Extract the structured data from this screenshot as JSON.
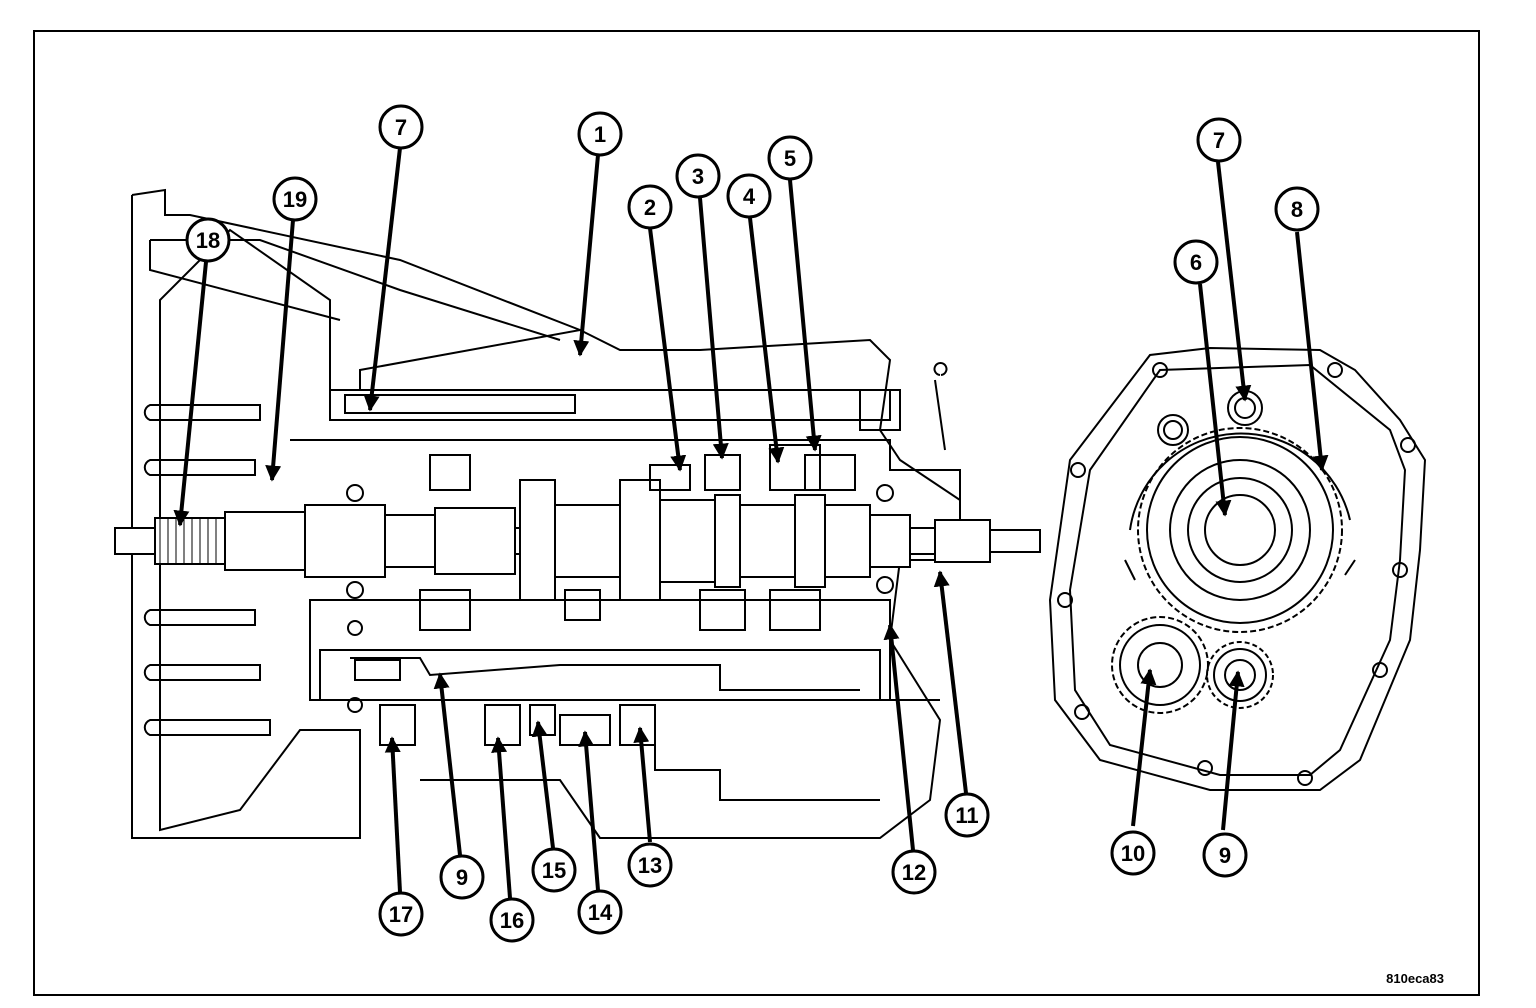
{
  "figure_code": "810eca83",
  "callouts": {
    "c7a": "7",
    "c1": "1",
    "c19": "19",
    "c18": "18",
    "c2": "2",
    "c3": "3",
    "c4": "4",
    "c5": "5",
    "c17": "17",
    "c9a": "9",
    "c16": "16",
    "c15": "15",
    "c14": "14",
    "c13": "13",
    "c12": "12",
    "c11": "11",
    "c7b": "7",
    "c8": "8",
    "c6": "6",
    "c10": "10",
    "c9b": "9"
  }
}
